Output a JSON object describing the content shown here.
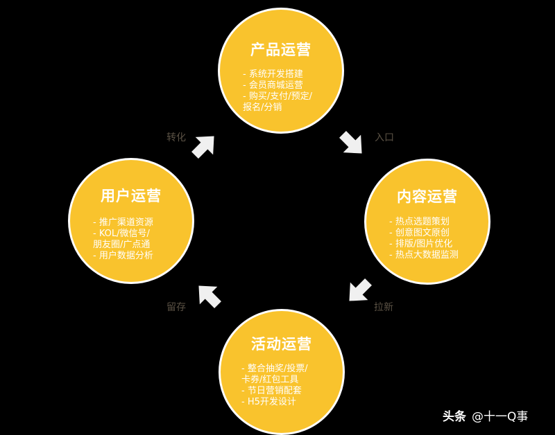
{
  "nodes": {
    "product": {
      "title": "产品运营",
      "items": [
        "- 系统开发搭建",
        "- 会员商城运营",
        "- 购买/支付/预定/",
        "  报名/分销"
      ]
    },
    "content": {
      "title": "内容运营",
      "items": [
        "- 热点选题策划",
        "- 创意图文原创",
        "- 排版/图片优化",
        "- 热点大数据监测"
      ]
    },
    "activity": {
      "title": "活动运营",
      "items": [
        "- 整合抽奖/投票/",
        "  卡券/红包工具",
        "- 节日营销配套",
        "- H5开发设计"
      ]
    },
    "user": {
      "title": "用户运营",
      "items": [
        "- 推广渠道资源",
        "- KOL/微信号/",
        "  朋友圈/广点通",
        "- 用户数据分析"
      ]
    }
  },
  "edges": {
    "entry": "入口",
    "acquire": "拉新",
    "retain": "留存",
    "convert": "转化"
  },
  "colors": {
    "background": "#000000",
    "circle_fill": "#F9C32D",
    "circle_border": "#FFFFFF",
    "arrow": "#F0F0F0",
    "edge_label": "#5B5245"
  },
  "watermark": {
    "logo": "头条",
    "handle": "@十一Q事"
  }
}
